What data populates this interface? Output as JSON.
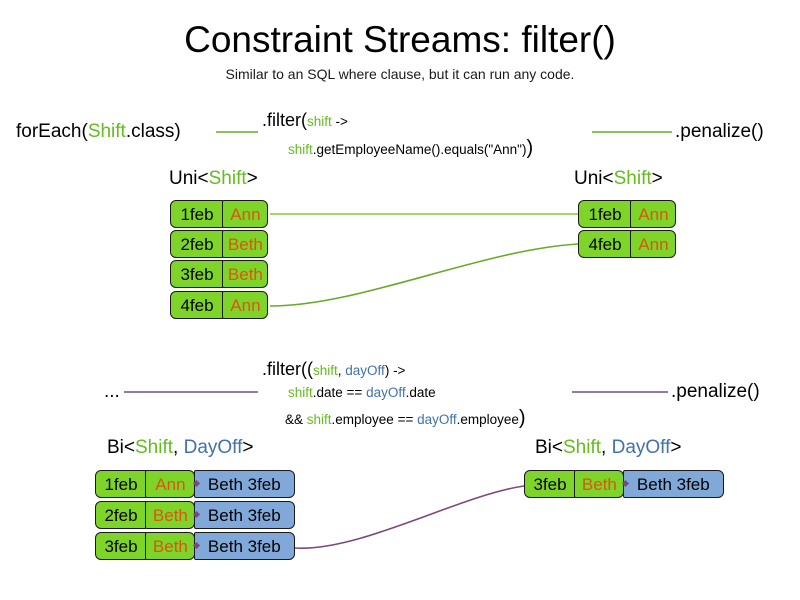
{
  "slide": {
    "title": "Constraint Streams: filter()",
    "subtitle": "Similar to an SQL where clause, but it can run any code."
  },
  "pipeline_uni": {
    "source_prefix": "forEach(",
    "source_type": "Shift",
    "source_suffix": ".class)",
    "filter_open": ".filter(",
    "filter_param": "shift",
    "filter_arrow": " ->",
    "filter_body_var": "shift",
    "filter_body_rest": ".getEmployeeName().equals(\"Ann\")",
    "filter_close": ")",
    "terminal": ".penalize()"
  },
  "pipeline_bi": {
    "source": "...",
    "filter_open": ".filter((",
    "filter_param1": "shift",
    "filter_comma": ", ",
    "filter_param2": "dayOff",
    "filter_paren": ")",
    "filter_arrow": " ->",
    "line2_var1": "shift",
    "line2_mid": ".date == ",
    "line2_var2": "dayOff",
    "line2_end": ".date",
    "line3_amp": "&& ",
    "line3_var1": "shift",
    "line3_mid": ".employee == ",
    "line3_var2": "dayOff",
    "line3_end": ".employee",
    "filter_close": ")",
    "terminal": ".penalize()"
  },
  "stream_labels": {
    "uni_in": {
      "pre": "Uni<",
      "type": "Shift",
      "post": ">"
    },
    "uni_out": {
      "pre": "Uni<",
      "type": "Shift",
      "post": ">"
    },
    "bi_in": {
      "pre": "Bi<",
      "type1": "Shift",
      "sep": ", ",
      "type2": "DayOff",
      "post": ">"
    },
    "bi_out": {
      "pre": "Bi<",
      "type1": "Shift",
      "sep": ", ",
      "type2": "DayOff",
      "post": ">"
    }
  },
  "uni_in_tuples": [
    {
      "date": "1feb",
      "name": "Ann"
    },
    {
      "date": "2feb",
      "name": "Beth"
    },
    {
      "date": "3feb",
      "name": "Beth"
    },
    {
      "date": "4feb",
      "name": "Ann"
    }
  ],
  "uni_out_tuples": [
    {
      "date": "1feb",
      "name": "Ann"
    },
    {
      "date": "4feb",
      "name": "Ann"
    }
  ],
  "bi_in_tuples": [
    {
      "date": "1feb",
      "name": "Ann",
      "dayoff": "Beth 3feb"
    },
    {
      "date": "2feb",
      "name": "Beth",
      "dayoff": "Beth 3feb"
    },
    {
      "date": "3feb",
      "name": "Beth",
      "dayoff": "Beth 3feb"
    }
  ],
  "bi_out_tuples": [
    {
      "date": "3feb",
      "name": "Beth",
      "dayoff": "Beth 3feb"
    }
  ],
  "colors": {
    "shift_green": "#66bb1f",
    "dayoff_blue": "#4172a8",
    "card_green": "#7fd42a",
    "card_blue": "#80a8d8",
    "name_orange": "#dd5511",
    "wire_green": "#6aa82a",
    "wire_purple": "#7a4a7a"
  }
}
